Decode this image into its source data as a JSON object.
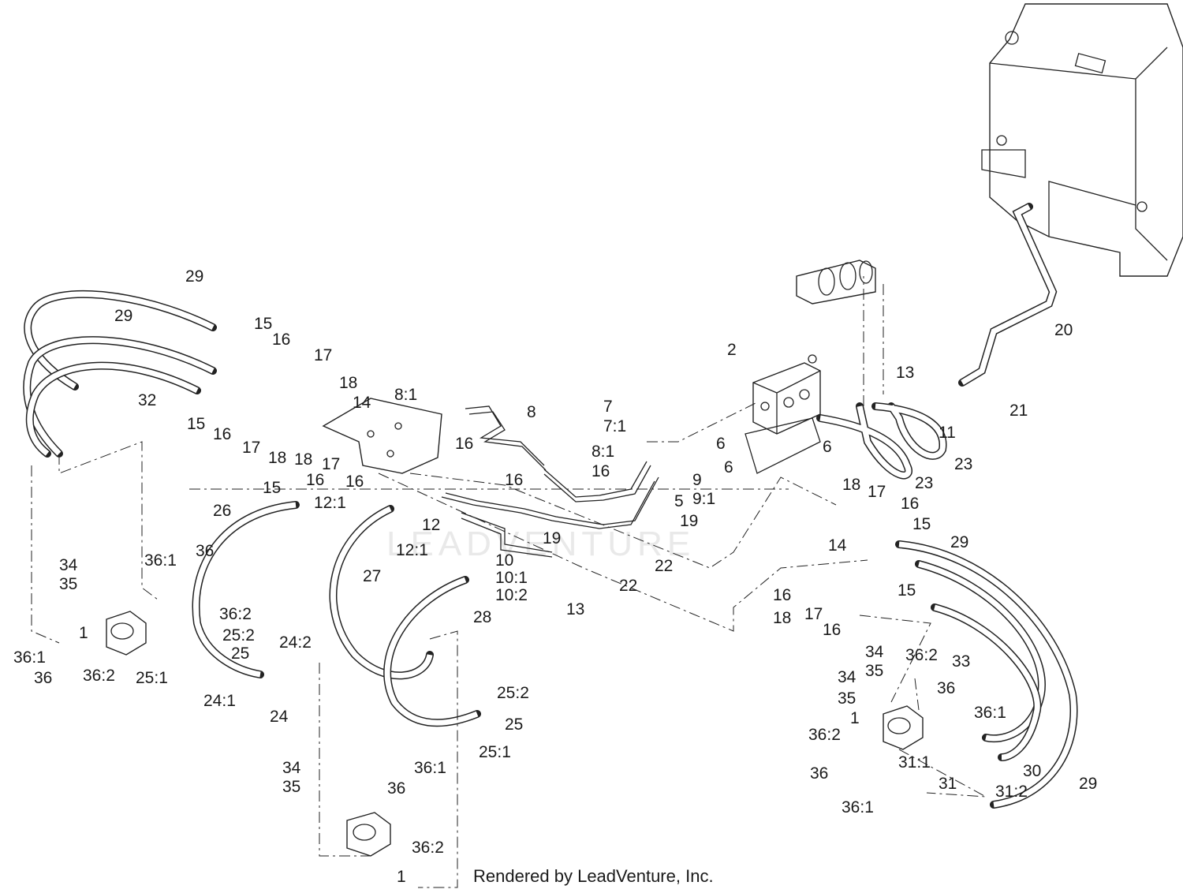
{
  "footer": "Rendered by LeadVenture, Inc.",
  "watermark": "LEADVENTURE",
  "callouts": [
    "29",
    "29",
    "15",
    "16",
    "17",
    "18",
    "32",
    "15",
    "16",
    "17",
    "18",
    "14",
    "8:1",
    "8",
    "16",
    "7",
    "7:1",
    "8:1",
    "16",
    "16",
    "2",
    "13",
    "11",
    "21",
    "20",
    "23",
    "23",
    "6",
    "6",
    "6",
    "9",
    "9:1",
    "5",
    "19",
    "22",
    "22",
    "19",
    "10",
    "10:1",
    "10:2",
    "13",
    "18",
    "17",
    "16",
    "15",
    "12:1",
    "16",
    "12",
    "12:1",
    "26",
    "27",
    "28",
    "34",
    "35",
    "36:1",
    "36",
    "36:2",
    "25:2",
    "25",
    "1",
    "36:1",
    "36",
    "36:2",
    "25:1",
    "24:2",
    "24:1",
    "24",
    "18",
    "17",
    "16",
    "15",
    "29",
    "14",
    "16",
    "18",
    "17",
    "16",
    "15",
    "34",
    "35",
    "36:2",
    "34",
    "35",
    "36",
    "36:1",
    "1",
    "36:2",
    "36",
    "31:1",
    "31",
    "31:2",
    "30",
    "29",
    "33",
    "36:1",
    "25:2",
    "25",
    "25:1",
    "34",
    "35",
    "36:1",
    "36",
    "36:2",
    "1"
  ]
}
